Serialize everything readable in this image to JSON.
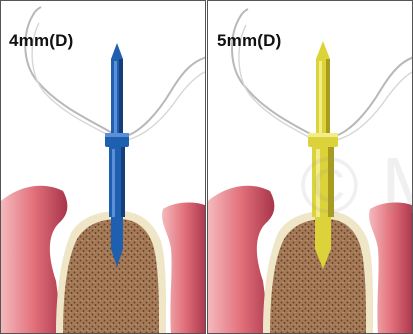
{
  "panels": [
    {
      "label": "4mm(D)",
      "drill_color": "#1f5fb0",
      "drill_shade": "#163f7a",
      "drill_highlight": "#5b8fd8"
    },
    {
      "label": "5mm(D)",
      "drill_color": "#dcd23a",
      "drill_shade": "#a79c1e",
      "drill_highlight": "#f2ec8a"
    }
  ],
  "watermark": "© M",
  "colors": {
    "gum": "#e2707a",
    "gum_light": "#f4b9bd",
    "gum_dark": "#a8344a",
    "bone": "#a57a57",
    "bone_dots": "#6b4530",
    "bone_edge": "#efe6c8",
    "wire": "#b8b8b8"
  }
}
